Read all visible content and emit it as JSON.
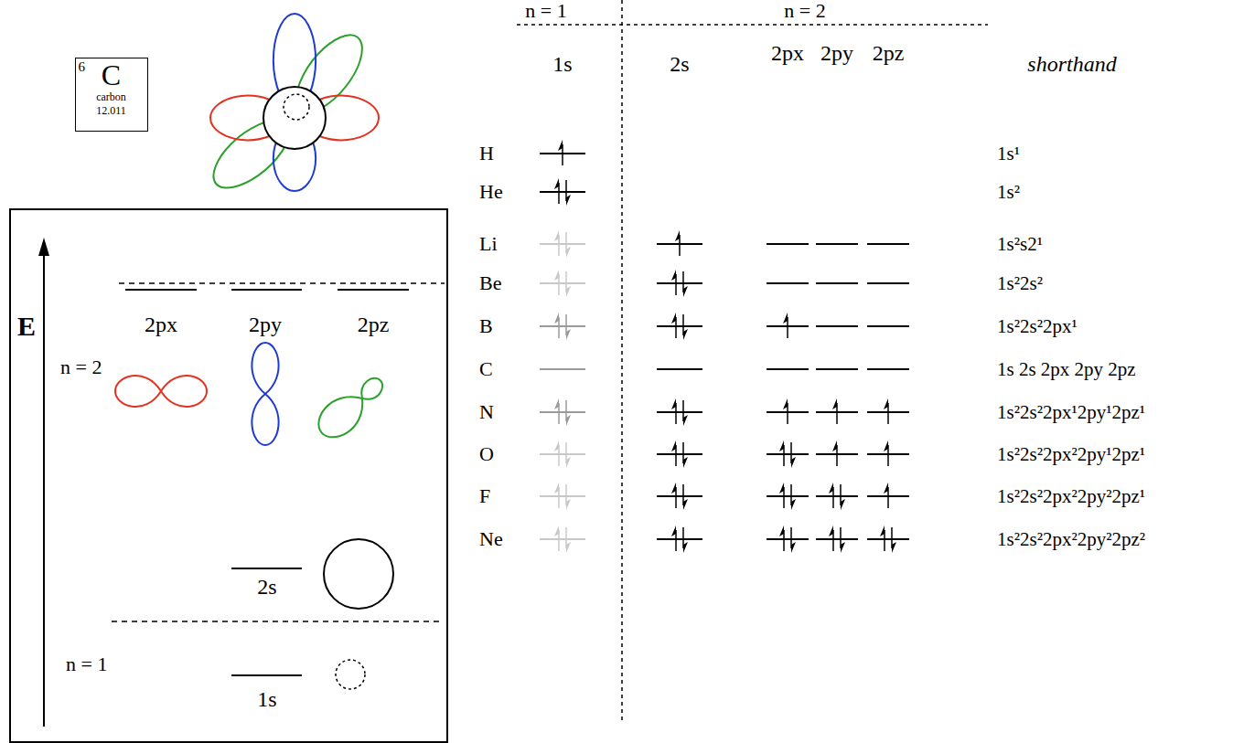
{
  "diagram": {
    "nodes": [
      {
        "text": [
          "6",
          "C",
          "carbon",
          "12.011"
        ]
      },
      {
        "text": [
          "E",
          "n = 2",
          "2px",
          "2py",
          "2pz",
          "2s",
          "n = 1",
          "1s"
        ]
      }
    ],
    "labels": [
      "n = 1",
      "n = 2",
      "1s",
      "2s",
      "2px",
      "2py",
      "2pz",
      "shorthand",
      "H",
      "1s¹",
      "He",
      "1s²",
      "Li",
      "1s²s2¹",
      "Be",
      "1s²2s²",
      "B",
      "1s²2s²2px¹",
      "C",
      "1s 2s 2px 2py 2pz",
      "N",
      "1s²2s²2px¹2py¹2pz¹",
      "O",
      "1s²2s²2px²2py¹2pz¹",
      "F",
      "1s²2s²2px²2py²2pz¹",
      "Ne",
      "1s²2s²2px²2py²2pz²"
    ]
  }
}
